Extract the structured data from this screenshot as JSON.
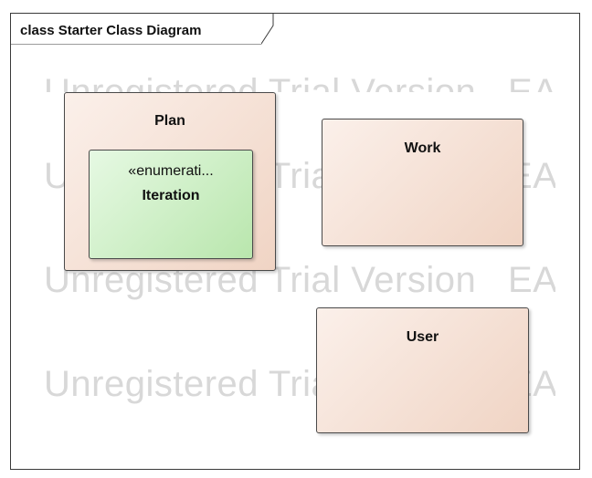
{
  "diagram": {
    "frame_title": "class Starter Class Diagram",
    "watermark_lines": [
      "Unregistered Trial Version   EA",
      "Unregistered Trial Version   EA",
      "Unregistered Trial Version   EA",
      "Unregistered Trial Version   EA"
    ],
    "classes": {
      "plan": {
        "name": "Plan"
      },
      "iteration": {
        "stereotype": "«enumerati...",
        "name": "Iteration"
      },
      "work": {
        "name": "Work"
      },
      "user": {
        "name": "User"
      }
    }
  },
  "colors": {
    "class_fill": "#f5e0d4",
    "enumeration_fill": "#d4f2cc",
    "border": "#4a4a4a",
    "watermark": "#d8d8d8"
  }
}
